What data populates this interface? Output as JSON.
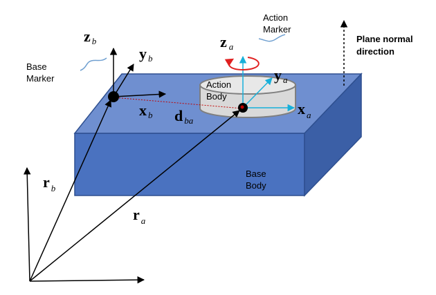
{
  "labels": {
    "base_marker": [
      "Base",
      "Marker"
    ],
    "action_marker": [
      "Action",
      "Marker"
    ],
    "plane_normal": [
      "Plane normal",
      "direction"
    ],
    "action_body": [
      "Action",
      "Body"
    ],
    "base_body": [
      "Base",
      "Body"
    ]
  },
  "symbols": {
    "z_b": {
      "main": "z",
      "sub": "b"
    },
    "y_b": {
      "main": "y",
      "sub": "b"
    },
    "x_b": {
      "main": "x",
      "sub": "b"
    },
    "z_a": {
      "main": "z",
      "sub": "a"
    },
    "y_a": {
      "main": "y",
      "sub": "a"
    },
    "x_a": {
      "main": "x",
      "sub": "a"
    },
    "d_ba": {
      "main": "d",
      "sub": "ba"
    },
    "r_b": {
      "main": "r",
      "sub": "b"
    },
    "r_a": {
      "main": "r",
      "sub": "a"
    }
  },
  "colors": {
    "box_top": "#6F8FD0",
    "box_front": "#4A72C0",
    "box_side": "#3B5FA6",
    "box_edge": "#2E4F8F",
    "cylinder": "#D9D9D9",
    "cylinder_edge": "#7F7F7F",
    "action_axes": "#17B0DA",
    "rotation": "#E02020",
    "distance": "#C00000"
  }
}
